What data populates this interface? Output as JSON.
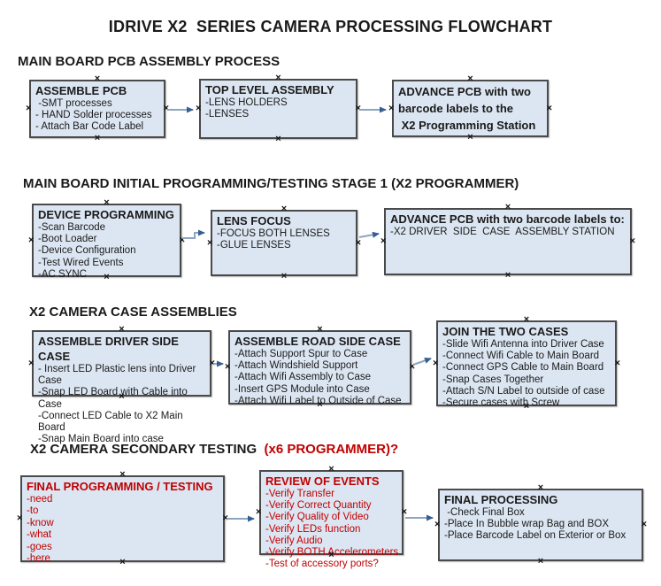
{
  "title": "IDRIVE X2  SERIES CAMERA PROCESSING FLOWCHART",
  "colors": {
    "box_fill": "#dce6f2",
    "box_border": "#4a4a4a",
    "red_text": "#c00000",
    "arrow_line": "#8ca6c0",
    "arrow_head": "#365f91",
    "text": "#1a1a1a",
    "background": "#ffffff"
  },
  "icons": {
    "connection_handle": "×"
  },
  "sections": [
    {
      "heading": "MAIN BOARD PCB ASSEMBLY PROCESS",
      "heading_suffix": "",
      "boxes": [
        {
          "title": "ASSEMBLE PCB",
          "items": [
            " -SMT processes",
            "- HAND Solder processes",
            "- Attach Bar Code Label"
          ]
        },
        {
          "title": "TOP LEVEL ASSEMBLY",
          "items": [
            "-LENS HOLDERS",
            "-LENSES"
          ]
        },
        {
          "title": "ADVANCE PCB with two",
          "items": [
            "barcode labels to the",
            " X2 Programming Station"
          ]
        }
      ]
    },
    {
      "heading": "MAIN BOARD INITIAL PROGRAMMING/TESTING STAGE 1 (X2 PROGRAMMER)",
      "heading_suffix": "",
      "boxes": [
        {
          "title": "DEVICE PROGRAMMING",
          "items": [
            "-Scan Barcode",
            "-Boot Loader",
            "-Device Configuration",
            "-Test Wired Events",
            "-AC SYNC"
          ]
        },
        {
          "title": "LENS FOCUS",
          "items": [
            "-FOCUS BOTH LENSES",
            "-GLUE LENSES"
          ]
        },
        {
          "title": "ADVANCE PCB with two barcode labels to:",
          "items": [
            "-X2 DRIVER  SIDE  CASE  ASSEMBLY STATION"
          ]
        }
      ]
    },
    {
      "heading": "X2 CAMERA CASE ASSEMBLIES",
      "heading_suffix": "",
      "boxes": [
        {
          "title": "ASSEMBLE DRIVER SIDE CASE",
          "items": [
            "- Insert LED Plastic lens into Driver Case",
            "-Snap LED Board with Cable into Case",
            "-Connect LED Cable to X2 Main Board",
            "-Snap Main Board into case"
          ]
        },
        {
          "title": "ASSEMBLE ROAD SIDE CASE",
          "items": [
            "-Attach Support Spur to Case",
            "-Attach Windshield Support",
            "-Attach Wifi Assembly to Case",
            "-Insert GPS Module into Case",
            "-Attach Wifi Label to Outside of Case"
          ]
        },
        {
          "title": "JOIN THE TWO CASES",
          "items": [
            "-Slide Wifi Antenna into Driver Case",
            "-Connect Wifi Cable to Main Board",
            "-Connect GPS Cable to Main Board",
            "-Snap Cases Together",
            "-Attach S/N Label to outside of case",
            "-Secure cases with Screw"
          ]
        }
      ]
    },
    {
      "heading": "X2 CAMERA SECONDARY TESTING ",
      "heading_suffix": " (x6 PROGRAMMER)?",
      "boxes": [
        {
          "title": "FINAL PROGRAMMING / TESTING",
          "items": [
            "-need",
            "-to",
            "-know",
            "-what",
            "-goes",
            "-here"
          ]
        },
        {
          "title": "REVIEW OF EVENTS",
          "items": [
            "-Verify Transfer",
            "-Verify Correct Quantity",
            "-Verify Quality of Video",
            "-Verify LEDs function",
            "-Verify Audio",
            "-Verify BOTH Accelerometers",
            "-Test of accessory ports?"
          ]
        },
        {
          "title": "FINAL PROCESSING",
          "items": [
            " -Check Final Box",
            "-Place In Bubble wrap Bag and BOX",
            "-Place Barcode Label on Exterior or Box"
          ]
        }
      ]
    }
  ]
}
